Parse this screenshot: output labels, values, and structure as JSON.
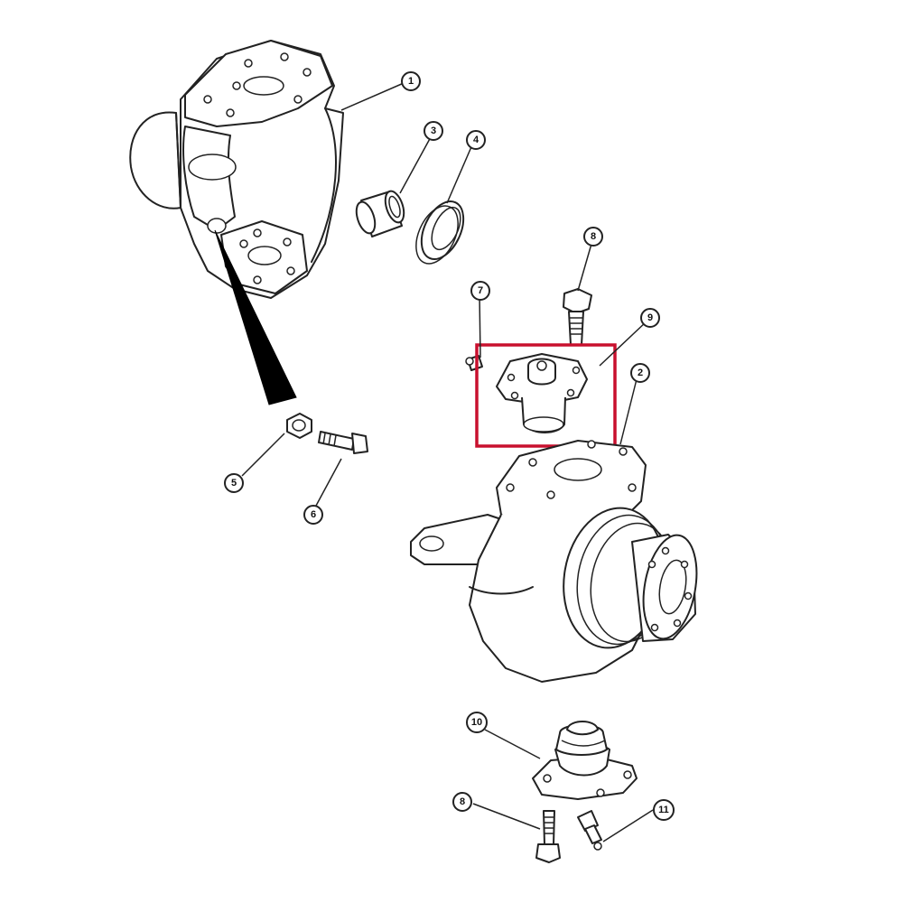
{
  "callouts": [
    {
      "id": "c1",
      "label": "1"
    },
    {
      "id": "c2",
      "label": "2"
    },
    {
      "id": "c3",
      "label": "3"
    },
    {
      "id": "c4",
      "label": "4"
    },
    {
      "id": "c5",
      "label": "5"
    },
    {
      "id": "c6",
      "label": "6"
    },
    {
      "id": "c7",
      "label": "7"
    },
    {
      "id": "c8a",
      "label": "8"
    },
    {
      "id": "c8b",
      "label": "8"
    },
    {
      "id": "c9",
      "label": "9"
    },
    {
      "id": "c10",
      "label": "10"
    },
    {
      "id": "c11",
      "label": "11"
    }
  ],
  "highlight": {
    "color": "#c8102e",
    "target": "9"
  }
}
